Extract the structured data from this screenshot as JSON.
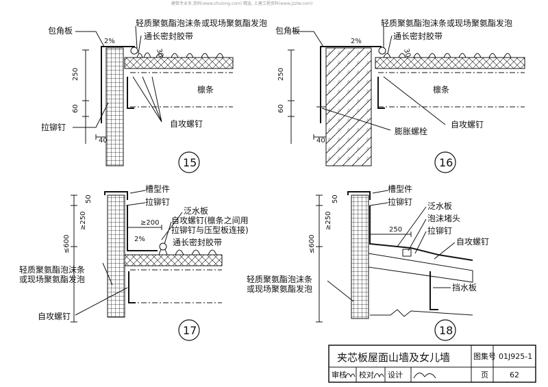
{
  "watermark": "建筑专业多.资料(www.zhulong.com) 精选, 土建工程资料(www.jzzlw.com)",
  "d15": {
    "corner": "包角板",
    "foam": "轻质聚氨酯泡沫条或现场聚氨酯发泡",
    "tape": "通长密封胶带",
    "purlin": "檩条",
    "screw": "自攻螺钉",
    "rivet": "拉铆钉",
    "slope": "2%",
    "angle": "30",
    "dim250": "250",
    "dim60": "60",
    "dim40": "40",
    "num": "15"
  },
  "d16": {
    "corner": "包角板",
    "foam": "轻质聚氨酯泡沫条或现场聚氨酯发泡",
    "tape": "通长密封胶带",
    "purlin": "檩条",
    "screw": "自攻螺钉",
    "bolt": "膨胀螺栓",
    "slope": "2%",
    "angle": "30",
    "dim250": "250",
    "dim60": "60",
    "dim40": "40",
    "num": "16"
  },
  "d17": {
    "channel": "槽型件",
    "rivet": "拉铆钉",
    "flashing": "泛水板",
    "screw_note1": "自攻螺钉(檩条之间用",
    "screw_note2": "拉铆钉与压型板连接)",
    "tape": "通长密封胶带",
    "foam1": "轻质聚氨酯泡沫条",
    "foam2": "或现场聚氨酯发泡",
    "screw": "自攻螺钉",
    "dim50": "50",
    "dim250": "≥250",
    "dim600": "≤600",
    "dim200": "≥200",
    "slope": "2%",
    "num": "17"
  },
  "d18": {
    "channel": "槽型件",
    "rivet": "拉铆钉",
    "flashing": "泛水板",
    "plug": "泡沫堵头",
    "rivet2": "拉铆钉",
    "screw": "自攻螺钉",
    "foam1": "轻质聚氨酯泡沫条",
    "foam2": "或现场聚氨酯发泡",
    "baffle": "挡水板",
    "dim50": "50",
    "dim250a": "≥250",
    "dim600": "≤600",
    "dim250": "250",
    "num": "18"
  },
  "titleblock": {
    "title": "夹芯板屋面山墙及女儿墙",
    "atlas_label": "图集号",
    "atlas": "01J925-1",
    "review": "审核",
    "check": "校对",
    "design": "设计",
    "page_label": "页",
    "page": "62"
  }
}
